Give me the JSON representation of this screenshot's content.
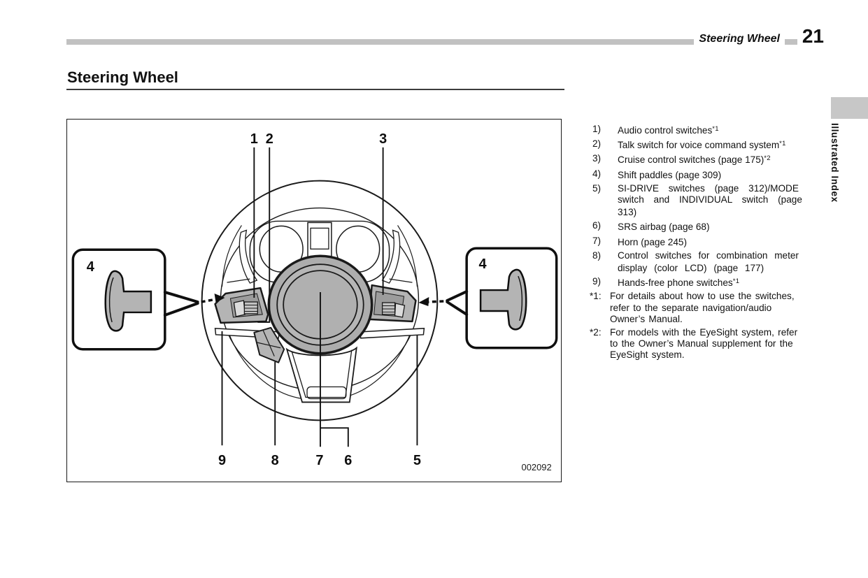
{
  "header": {
    "running_title": "Steering Wheel",
    "page_number": "21"
  },
  "section": {
    "title": "Steering Wheel"
  },
  "side_tab": {
    "label": "Illustrated Index"
  },
  "diagram": {
    "figure_number": "002092",
    "callouts": {
      "n1": "1",
      "n2": "2",
      "n3": "3",
      "n4_left": "4",
      "n4_right": "4",
      "n5": "5",
      "n6": "6",
      "n7": "7",
      "n8": "8",
      "n9": "9"
    }
  },
  "legend": {
    "items": [
      {
        "num": "1)",
        "text": "Audio control switches",
        "sup": "*1"
      },
      {
        "num": "2)",
        "text": "Talk switch for voice command system",
        "sup": "*1"
      },
      {
        "num": "3)",
        "text": "Cruise control switches (page 175)",
        "sup": "*2"
      },
      {
        "num": "4)",
        "text": "Shift paddles (page 309)",
        "sup": ""
      },
      {
        "num": "5)",
        "text": "SI-DRIVE switches (page 312)/MODE\nswitch and INDIVIDUAL switch (page\n313)",
        "sup": ""
      },
      {
        "num": "6)",
        "text": "SRS airbag (page 68)",
        "sup": ""
      },
      {
        "num": "7)",
        "text": "Horn (page 245)",
        "sup": ""
      },
      {
        "num": "8)",
        "text": "Control switches for combination meter\ndisplay (color LCD) (page 177)",
        "sup": ""
      },
      {
        "num": "9)",
        "text": "Hands-free phone switches",
        "sup": "*1"
      }
    ]
  },
  "footnotes": [
    {
      "marker": "*1:",
      "text": "For details about how to use the switches,\nrefer to the separate navigation/audio\nOwner’s Manual."
    },
    {
      "marker": "*2:",
      "text": "For models with the EyeSight system, refer\nto the Owner’s Manual supplement for the\nEyeSight system."
    }
  ],
  "colors": {
    "diagram_gray": "#b4b4b4",
    "diagram_dark_gray": "#9c9c9c",
    "header_bar_gray": "#c1c1c1",
    "tab_block_gray": "#c7c7c7"
  }
}
